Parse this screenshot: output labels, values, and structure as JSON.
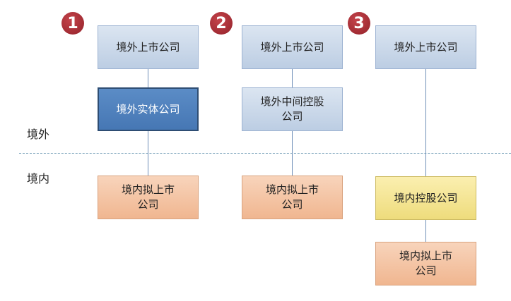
{
  "badges": [
    "1",
    "2",
    "3"
  ],
  "zones": {
    "overseas": "境外",
    "domestic": "境内"
  },
  "columns": [
    {
      "listed_company": "境外上市公司",
      "middle": "境外实体公司",
      "domestic": "境内拟上市\n公司"
    },
    {
      "listed_company": "境外上市公司",
      "middle": "境外中间控股\n公司",
      "domestic": "境内拟上市\n公司"
    },
    {
      "listed_company": "境外上市公司",
      "holding": "境内控股公司",
      "domestic": "境内拟上市\n公司"
    }
  ],
  "colors": {
    "light_blue_box": "#c9d8ea",
    "dark_blue_box": "#4f81bd",
    "orange_box": "#f4c3a2",
    "yellow_box": "#f4e597",
    "badge": "#a52a32",
    "divider": "#7fa6bd"
  }
}
